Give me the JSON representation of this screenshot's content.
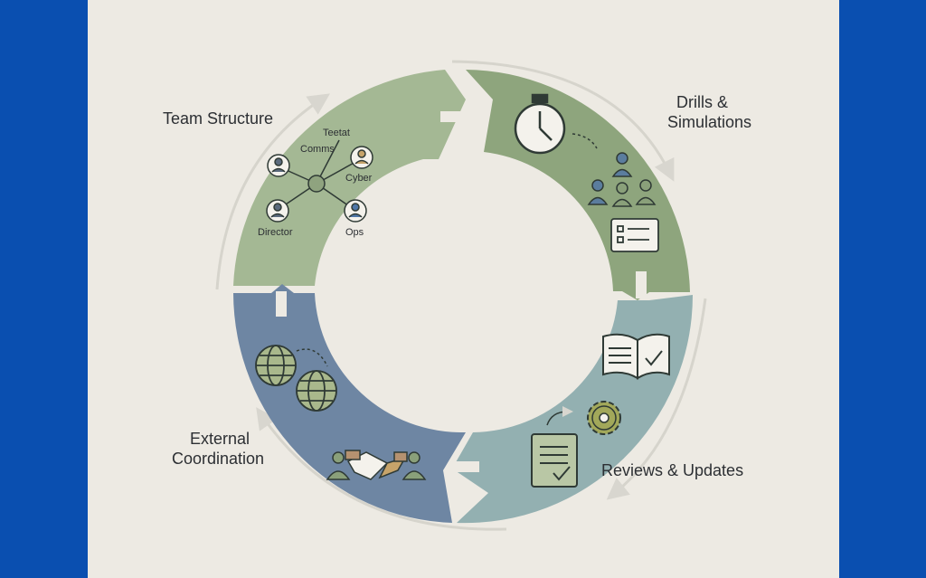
{
  "colors": {
    "background_outer": "#0a4fb0",
    "panel": "#edeae3",
    "segment_team": "#a4b894",
    "segment_drills": "#8ea57d",
    "segment_reviews": "#93b0b1",
    "segment_external": "#6e86a3",
    "icon_stroke": "#2f3a35"
  },
  "segments": {
    "team_structure": {
      "label": "Team Structure",
      "roles": {
        "top": "Teetat",
        "comms": "Comms",
        "cyber": "Cyber",
        "director": "Director",
        "ops": "Ops"
      },
      "icons": [
        "network-hub-icon",
        "person-icon"
      ]
    },
    "drills": {
      "label_line1": "Drills &",
      "label_line2": "Simulations",
      "icons": [
        "stopwatch-icon",
        "group-icon",
        "checklist-screen-icon"
      ]
    },
    "reviews": {
      "label": "Reviews & Updates",
      "icons": [
        "open-book-icon",
        "gear-icon",
        "document-check-icon"
      ]
    },
    "external": {
      "label_line1": "External",
      "label_line2": "Coordination",
      "icons": [
        "globe-icon",
        "handshake-icon"
      ]
    }
  }
}
